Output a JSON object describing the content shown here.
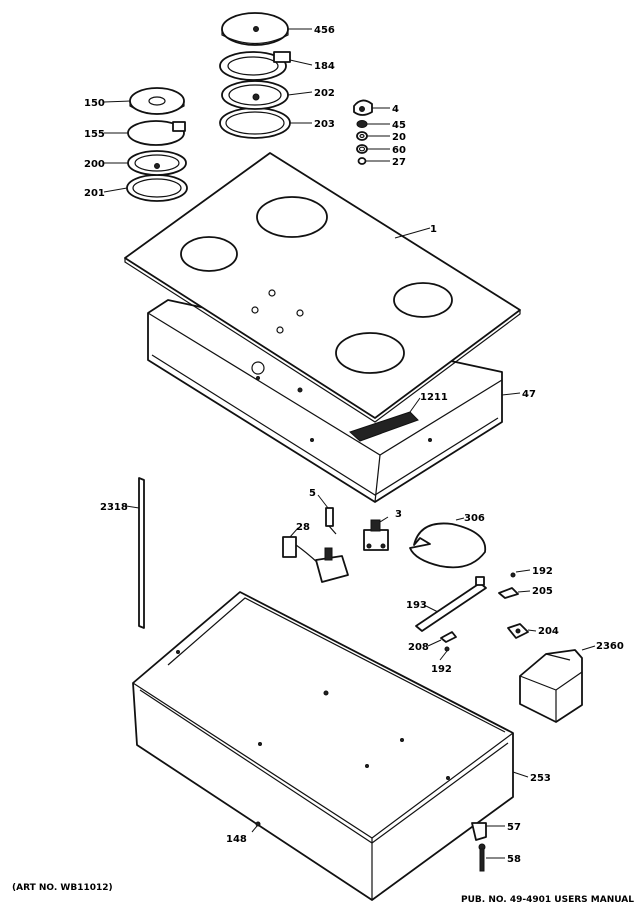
{
  "footer": {
    "art_no": "(ART NO. WB11012)",
    "pub_no": "PUB. NO. 49-4901 USERS MANUAL"
  },
  "callouts": {
    "c456": "456",
    "c184": "184",
    "c202": "202",
    "c203": "203",
    "c150": "150",
    "c155": "155",
    "c200": "200",
    "c201": "201",
    "c4": "4",
    "c45": "45",
    "c20": "20",
    "c60": "60",
    "c27": "27",
    "c1": "1",
    "c47": "47",
    "c1211": "1211",
    "c2318": "2318",
    "c5": "5",
    "c3": "3",
    "c306": "306",
    "c28": "28",
    "c192a": "192",
    "c205": "205",
    "c193": "193",
    "c204": "204",
    "c2360": "2360",
    "c208": "208",
    "c192b": "192",
    "c253": "253",
    "c148": "148",
    "c57": "57",
    "c58": "58"
  }
}
